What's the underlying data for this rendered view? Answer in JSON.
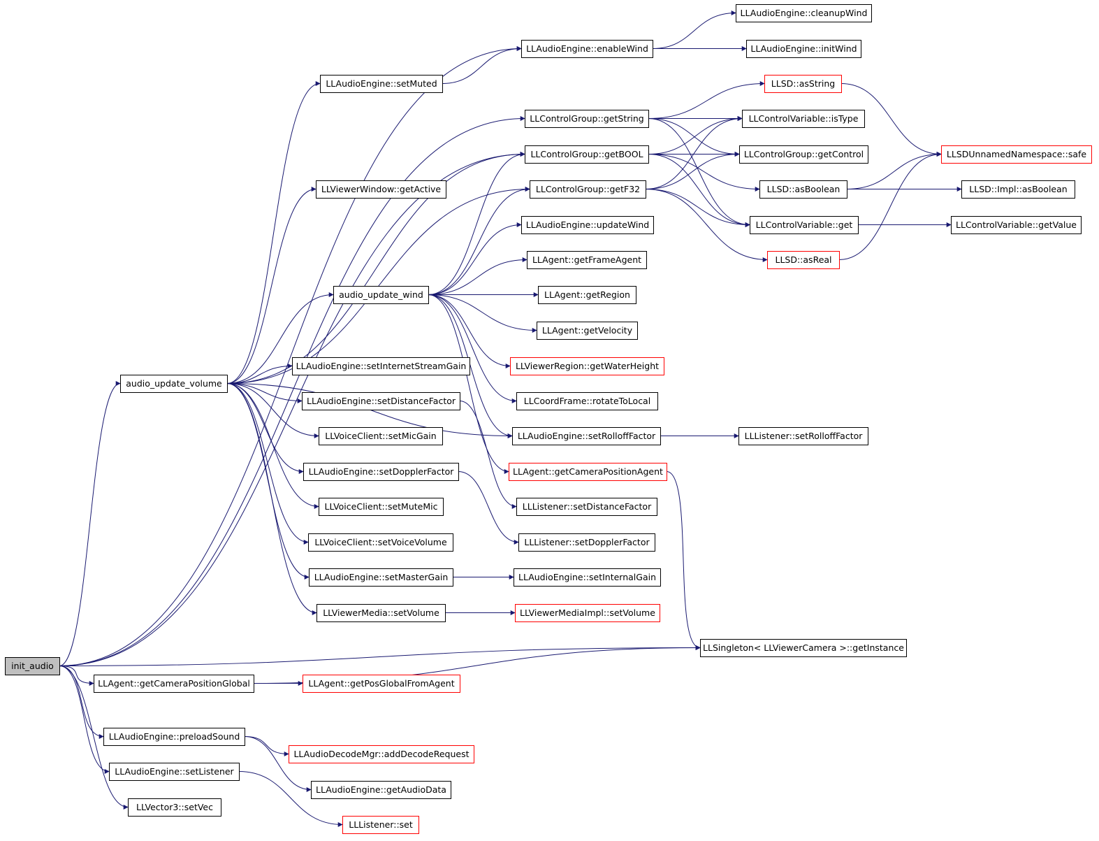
{
  "colors": {
    "edge": "#191970",
    "box_border": "#000000",
    "box_border_truncated": "#ff0000",
    "root_fill": "#bfbfbf",
    "box_fill": "#ffffff"
  },
  "nodes": [
    {
      "id": "init_audio",
      "label": "init_audio",
      "style": "root"
    },
    {
      "id": "audio_update_volume",
      "label": "audio_update_volume",
      "style": "normal"
    },
    {
      "id": "audio_update_wind",
      "label": "audio_update_wind",
      "style": "normal"
    },
    {
      "id": "setMuted",
      "label": "LLAudioEngine::setMuted",
      "style": "normal"
    },
    {
      "id": "enableWind",
      "label": "LLAudioEngine::enableWind",
      "style": "normal"
    },
    {
      "id": "cleanupWind",
      "label": "LLAudioEngine::cleanupWind",
      "style": "normal"
    },
    {
      "id": "initWind",
      "label": "LLAudioEngine::initWind",
      "style": "normal"
    },
    {
      "id": "asString",
      "label": "LLSD::asString",
      "style": "truncated"
    },
    {
      "id": "getString",
      "label": "LLControlGroup::getString",
      "style": "normal"
    },
    {
      "id": "isType",
      "label": "LLControlVariable::isType",
      "style": "normal"
    },
    {
      "id": "getBOOL",
      "label": "LLControlGroup::getBOOL",
      "style": "normal"
    },
    {
      "id": "getControl",
      "label": "LLControlGroup::getControl",
      "style": "normal"
    },
    {
      "id": "safe",
      "label": "LLSDUnnamedNamespace::safe",
      "style": "truncated"
    },
    {
      "id": "getActive",
      "label": "LLViewerWindow::getActive",
      "style": "normal"
    },
    {
      "id": "getF32",
      "label": "LLControlGroup::getF32",
      "style": "normal"
    },
    {
      "id": "asBoolean",
      "label": "LLSD::asBoolean",
      "style": "normal"
    },
    {
      "id": "implAsBoolean",
      "label": "LLSD::Impl::asBoolean",
      "style": "normal"
    },
    {
      "id": "cvGet",
      "label": "LLControlVariable::get",
      "style": "normal"
    },
    {
      "id": "getValue",
      "label": "LLControlVariable::getValue",
      "style": "normal"
    },
    {
      "id": "updateWind",
      "label": "LLAudioEngine::updateWind",
      "style": "normal"
    },
    {
      "id": "asReal",
      "label": "LLSD::asReal",
      "style": "truncated"
    },
    {
      "id": "getFrameAgent",
      "label": "LLAgent::getFrameAgent",
      "style": "normal"
    },
    {
      "id": "getRegion",
      "label": "LLAgent::getRegion",
      "style": "normal"
    },
    {
      "id": "getVelocity",
      "label": "LLAgent::getVelocity",
      "style": "normal"
    },
    {
      "id": "getWaterHeight",
      "label": "LLViewerRegion::getWaterHeight",
      "style": "truncated"
    },
    {
      "id": "setInternetStreamGain",
      "label": "LLAudioEngine::setInternetStreamGain",
      "style": "normal"
    },
    {
      "id": "setDistanceFactor",
      "label": "LLAudioEngine::setDistanceFactor",
      "style": "normal"
    },
    {
      "id": "rotateToLocal",
      "label": "LLCoordFrame::rotateToLocal",
      "style": "normal"
    },
    {
      "id": "setMicGain",
      "label": "LLVoiceClient::setMicGain",
      "style": "normal"
    },
    {
      "id": "setRolloffFactor",
      "label": "LLAudioEngine::setRolloffFactor",
      "style": "normal"
    },
    {
      "id": "listenerSetRolloffFactor",
      "label": "LLListener::setRolloffFactor",
      "style": "normal"
    },
    {
      "id": "setDopplerFactor",
      "label": "LLAudioEngine::setDopplerFactor",
      "style": "normal"
    },
    {
      "id": "getCameraPositionAgent",
      "label": "LLAgent::getCameraPositionAgent",
      "style": "truncated"
    },
    {
      "id": "setMuteMic",
      "label": "LLVoiceClient::setMuteMic",
      "style": "normal"
    },
    {
      "id": "listenerSetDistanceFactor",
      "label": "LLListener::setDistanceFactor",
      "style": "normal"
    },
    {
      "id": "setVoiceVolume",
      "label": "LLVoiceClient::setVoiceVolume",
      "style": "normal"
    },
    {
      "id": "listenerSetDopplerFactor",
      "label": "LLListener::setDopplerFactor",
      "style": "normal"
    },
    {
      "id": "setMasterGain",
      "label": "LLAudioEngine::setMasterGain",
      "style": "normal"
    },
    {
      "id": "setInternalGain",
      "label": "LLAudioEngine::setInternalGain",
      "style": "normal"
    },
    {
      "id": "mediaSetVolume",
      "label": "LLViewerMedia::setVolume",
      "style": "normal"
    },
    {
      "id": "mediaImplSetVolume",
      "label": "LLViewerMediaImpl::setVolume",
      "style": "truncated"
    },
    {
      "id": "getInstance",
      "label": "LLSingleton< LLViewerCamera >::getInstance",
      "style": "normal"
    },
    {
      "id": "getCameraPositionGlobal",
      "label": "LLAgent::getCameraPositionGlobal",
      "style": "normal"
    },
    {
      "id": "getPosGlobalFromAgent",
      "label": "LLAgent::getPosGlobalFromAgent",
      "style": "truncated"
    },
    {
      "id": "preloadSound",
      "label": "LLAudioEngine::preloadSound",
      "style": "normal"
    },
    {
      "id": "addDecodeRequest",
      "label": "LLAudioDecodeMgr::addDecodeRequest",
      "style": "truncated"
    },
    {
      "id": "setListener",
      "label": "LLAudioEngine::setListener",
      "style": "normal"
    },
    {
      "id": "getAudioData",
      "label": "LLAudioEngine::getAudioData",
      "style": "normal"
    },
    {
      "id": "setVec",
      "label": "LLVector3::setVec",
      "style": "normal"
    },
    {
      "id": "listenerSet",
      "label": "LLListener::set",
      "style": "truncated"
    }
  ],
  "edges": [
    [
      "init_audio",
      "audio_update_volume"
    ],
    [
      "init_audio",
      "enableWind"
    ],
    [
      "init_audio",
      "getString"
    ],
    [
      "init_audio",
      "getBOOL"
    ],
    [
      "init_audio",
      "getInstance"
    ],
    [
      "init_audio",
      "getCameraPositionGlobal"
    ],
    [
      "init_audio",
      "preloadSound"
    ],
    [
      "init_audio",
      "setListener"
    ],
    [
      "init_audio",
      "setVec"
    ],
    [
      "audio_update_volume",
      "setMuted"
    ],
    [
      "audio_update_volume",
      "getActive"
    ],
    [
      "audio_update_volume",
      "getBOOL"
    ],
    [
      "audio_update_volume",
      "getF32"
    ],
    [
      "audio_update_volume",
      "audio_update_wind"
    ],
    [
      "audio_update_volume",
      "setRolloffFactor"
    ],
    [
      "audio_update_volume",
      "setInternetStreamGain"
    ],
    [
      "audio_update_volume",
      "setDistanceFactor"
    ],
    [
      "audio_update_volume",
      "setMicGain"
    ],
    [
      "audio_update_volume",
      "setDopplerFactor"
    ],
    [
      "audio_update_volume",
      "setMuteMic"
    ],
    [
      "audio_update_volume",
      "setVoiceVolume"
    ],
    [
      "audio_update_volume",
      "setMasterGain"
    ],
    [
      "audio_update_volume",
      "mediaSetVolume"
    ],
    [
      "setMuted",
      "enableWind"
    ],
    [
      "enableWind",
      "cleanupWind"
    ],
    [
      "enableWind",
      "initWind"
    ],
    [
      "getString",
      "asString"
    ],
    [
      "getString",
      "isType"
    ],
    [
      "getString",
      "getControl"
    ],
    [
      "getString",
      "cvGet"
    ],
    [
      "getBOOL",
      "isType"
    ],
    [
      "getBOOL",
      "getControl"
    ],
    [
      "getBOOL",
      "asBoolean"
    ],
    [
      "getBOOL",
      "cvGet"
    ],
    [
      "getF32",
      "isType"
    ],
    [
      "getF32",
      "getControl"
    ],
    [
      "getF32",
      "cvGet"
    ],
    [
      "getF32",
      "asReal"
    ],
    [
      "asString",
      "safe"
    ],
    [
      "asBoolean",
      "safe"
    ],
    [
      "asBoolean",
      "implAsBoolean"
    ],
    [
      "asReal",
      "safe"
    ],
    [
      "cvGet",
      "getValue"
    ],
    [
      "audio_update_wind",
      "getF32"
    ],
    [
      "audio_update_wind",
      "updateWind"
    ],
    [
      "audio_update_wind",
      "getFrameAgent"
    ],
    [
      "audio_update_wind",
      "getRegion"
    ],
    [
      "audio_update_wind",
      "getVelocity"
    ],
    [
      "audio_update_wind",
      "getWaterHeight"
    ],
    [
      "audio_update_wind",
      "rotateToLocal"
    ],
    [
      "audio_update_wind",
      "setRolloffFactor"
    ],
    [
      "audio_update_wind",
      "getCameraPositionAgent"
    ],
    [
      "audio_update_wind",
      "getBOOL"
    ],
    [
      "setRolloffFactor",
      "listenerSetRolloffFactor"
    ],
    [
      "setDistanceFactor",
      "listenerSetDistanceFactor"
    ],
    [
      "setDopplerFactor",
      "listenerSetDopplerFactor"
    ],
    [
      "setMasterGain",
      "setInternalGain"
    ],
    [
      "mediaSetVolume",
      "mediaImplSetVolume"
    ],
    [
      "getCameraPositionAgent",
      "getInstance"
    ],
    [
      "getCameraPositionGlobal",
      "getPosGlobalFromAgent"
    ],
    [
      "getCameraPositionGlobal",
      "getInstance"
    ],
    [
      "preloadSound",
      "addDecodeRequest"
    ],
    [
      "preloadSound",
      "getAudioData"
    ],
    [
      "setListener",
      "listenerSet"
    ]
  ]
}
